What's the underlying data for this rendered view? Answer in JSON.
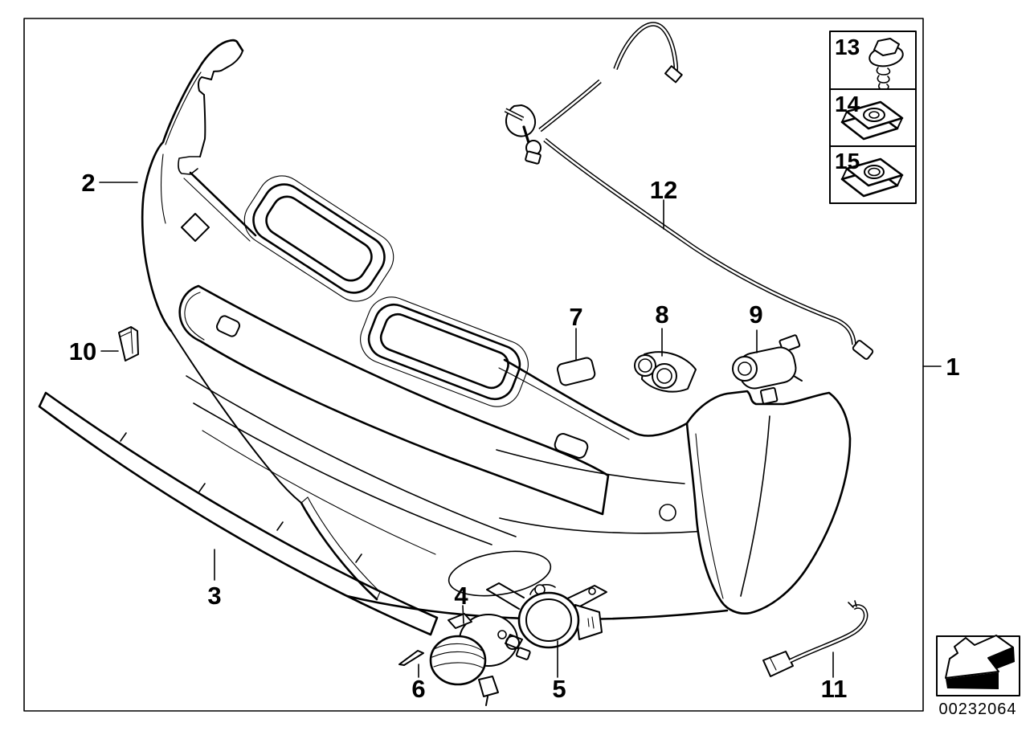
{
  "colors": {
    "line": "#000000",
    "background": "#ffffff"
  },
  "callouts": {
    "c1": "1",
    "c2": "2",
    "c3": "3",
    "c4": "4",
    "c5": "5",
    "c6": "6",
    "c7": "7",
    "c8": "8",
    "c9": "9",
    "c10": "10",
    "c11": "11",
    "c12": "12",
    "c13": "13",
    "c14": "14",
    "c15": "15"
  },
  "footer": {
    "drawing_number": "00232064"
  }
}
